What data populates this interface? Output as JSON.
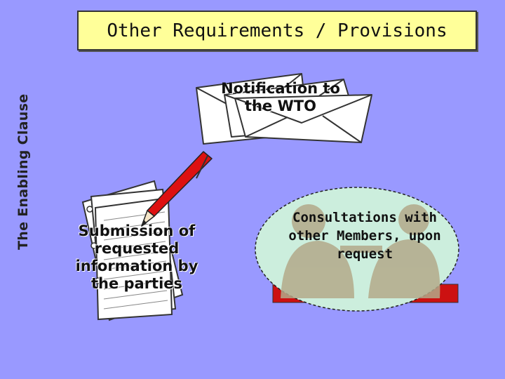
{
  "side_title": "The Enabling Clause",
  "title": "Other Requirements / Provisions",
  "items": {
    "notification": "Notification to the WTO",
    "submission": "Submission of requested information by the parties",
    "consultations": "Consultations with other Members, upon request"
  },
  "colors": {
    "background": "#9999ff",
    "title_fill": "#ffff99",
    "ellipse_fill": "#cceedd",
    "envelope_fill": "#ffffff",
    "pen_body": "#dd1111"
  }
}
